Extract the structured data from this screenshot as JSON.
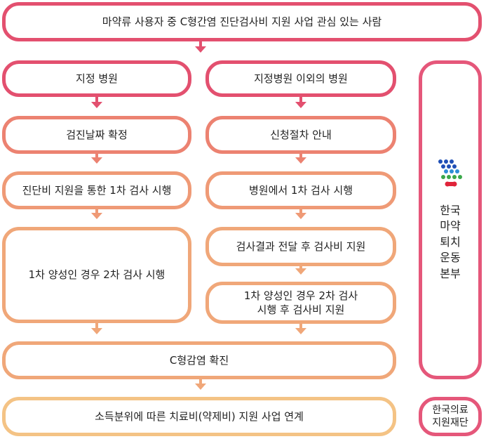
{
  "colors": {
    "c1": "#e3506f",
    "c2": "#e8646e",
    "c3": "#ec8271",
    "c4": "#ef9a76",
    "c5": "#f0a779",
    "c6": "#f4c385"
  },
  "top": {
    "label": "마약류 사용자 중 C형간염 진단검사비 지원 사업 관심 있는 사람"
  },
  "left": {
    "items": [
      {
        "label": "지정 병원"
      },
      {
        "label": "검진날짜 확정"
      },
      {
        "label": "진단비 지원을 통한 1차 검사 시행"
      },
      {
        "label": "1차 양성인 경우 2차 검사 시행"
      }
    ]
  },
  "right": {
    "items": [
      {
        "label": "지정병원 이외의 병원"
      },
      {
        "label": "신청절차 안내"
      },
      {
        "label": "병원에서 1차 검사 시행"
      },
      {
        "label": "검사결과 전달 후 검사비 지원"
      },
      {
        "label": "1차 양성인 경우 2차 검사\n시행 후 검사비 지원"
      }
    ]
  },
  "confirm": {
    "label": "C형감염 확진"
  },
  "final": {
    "label": "소득분위에 따른 치료비(약제비) 지원 사업 연계"
  },
  "side_top": {
    "label": "한국\n마약\n퇴치\n운동\n본부",
    "logo": "kdfb-logo-icon"
  },
  "side_bottom": {
    "label": "한국의료\n지원재단"
  }
}
